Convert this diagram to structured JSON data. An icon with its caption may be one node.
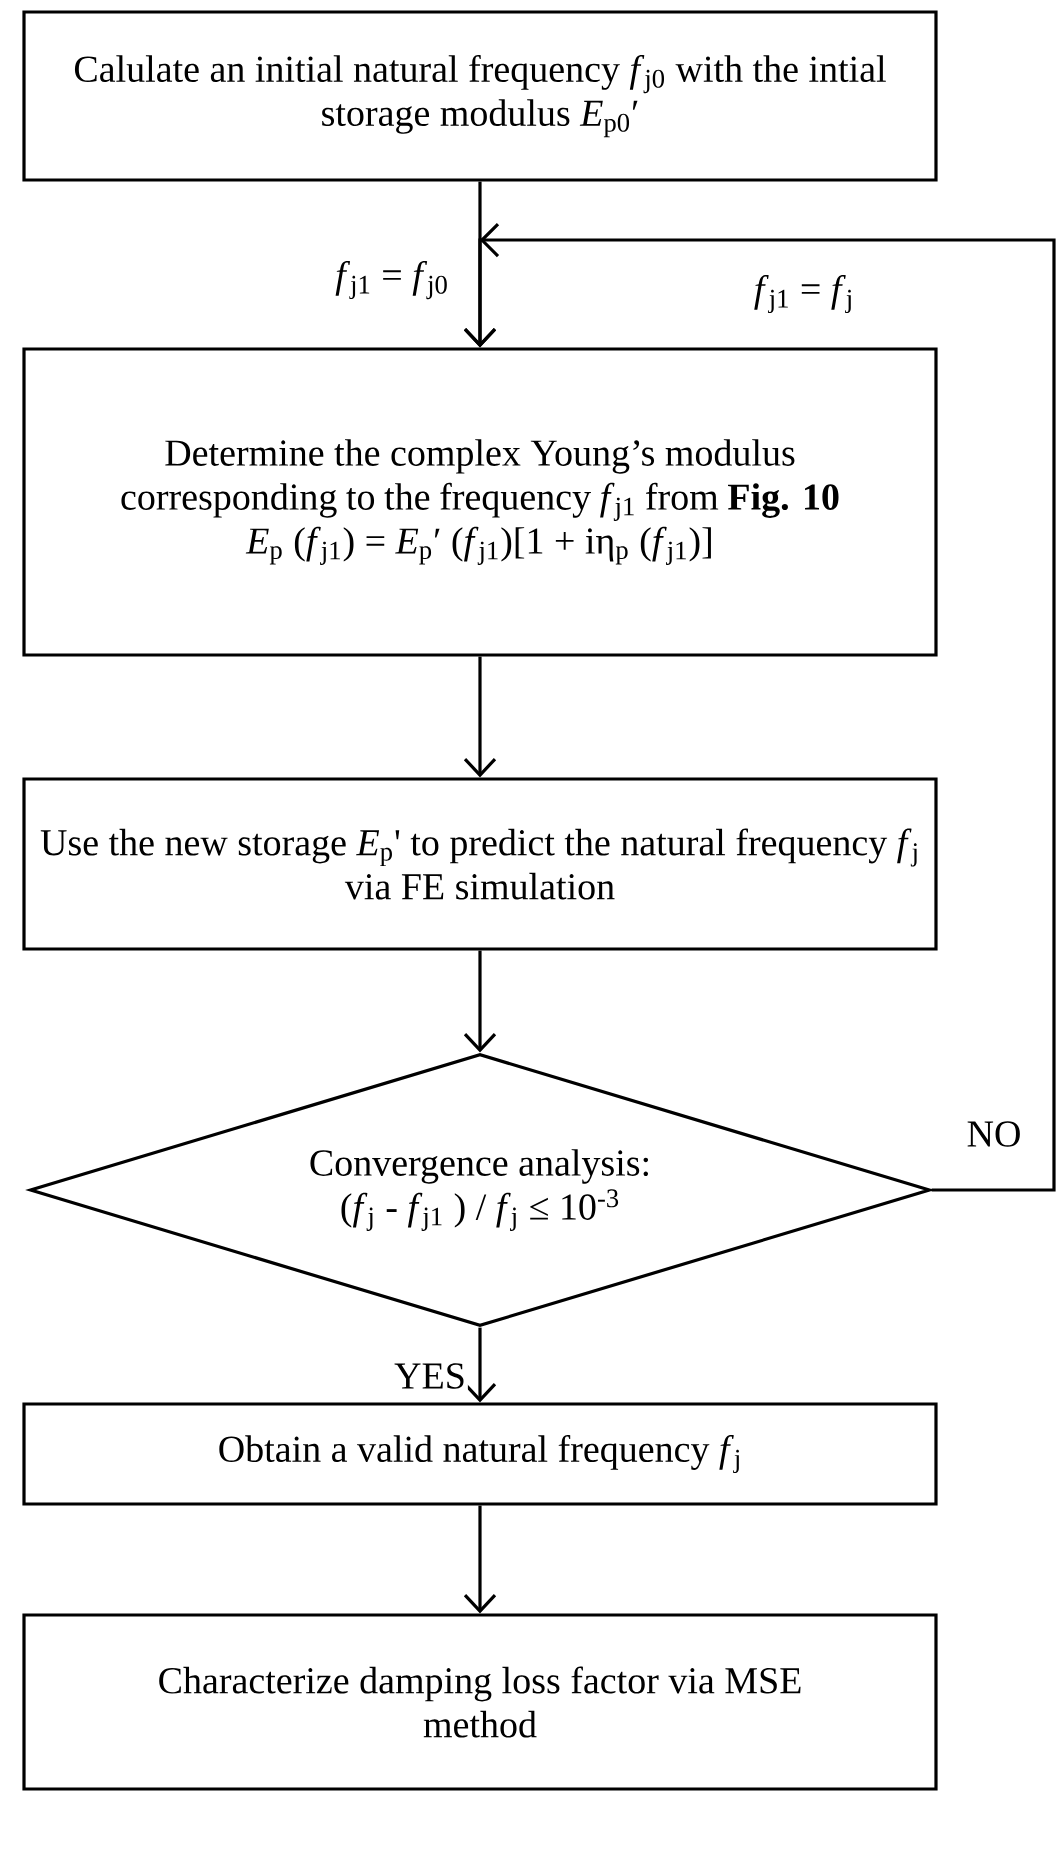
{
  "diagram": {
    "nodes": [
      {
        "text": [
          "Calulate an initial natural frequency *f*$_{j0}$ with the intial storage modulus *E*$_{p0}$′"
        ]
      },
      {
        "text": [
          "Determine the complex Young’s modulus corresponding to the frequency *f*$_{j1}$ from **Fig. 10**",
          "*E*$_{p}$ (*f*$_{j1}$) = *E*$_{p}$′ (*f*$_{j1}$)[1 + iη$_{p}$ (*f*$_{j1}$)]"
        ]
      },
      {
        "text": [
          "Use the new storage *E*$_{p}$' to predict the natural frequency *f*$_{j}$ via FE simulation"
        ]
      },
      {
        "text": [
          "Convergence analysis:",
          "(*f*$_{j}$ - *f*$_{j1}$ ) / *f*$_{j}$ ≤ 10$^{-3}$"
        ]
      },
      {
        "text": [
          "Obtain a valid natural frequency *f*$_{j}$"
        ]
      },
      {
        "text": [
          "Characterize damping loss factor via MSE method"
        ]
      }
    ],
    "edges": [
      {
        "from": 0,
        "to": 1,
        "arrow": "to",
        "label": "*f*$_{j1}$ = *f*$_{j0}$"
      },
      {
        "from": 1,
        "to": 2,
        "arrow": "to"
      },
      {
        "from": 2,
        "to": 3,
        "arrow": "to"
      },
      {
        "from": 3,
        "to": 4,
        "arrow": "to",
        "label": "YES"
      },
      {
        "from": 4,
        "to": 5,
        "arrow": "to"
      },
      {
        "from": 3,
        "to": 1,
        "arrow": "to",
        "label": "NO"
      }
    ],
    "labels": [
      "*f*$_{j1}$ = *f*$_{j}$"
    ]
  }
}
